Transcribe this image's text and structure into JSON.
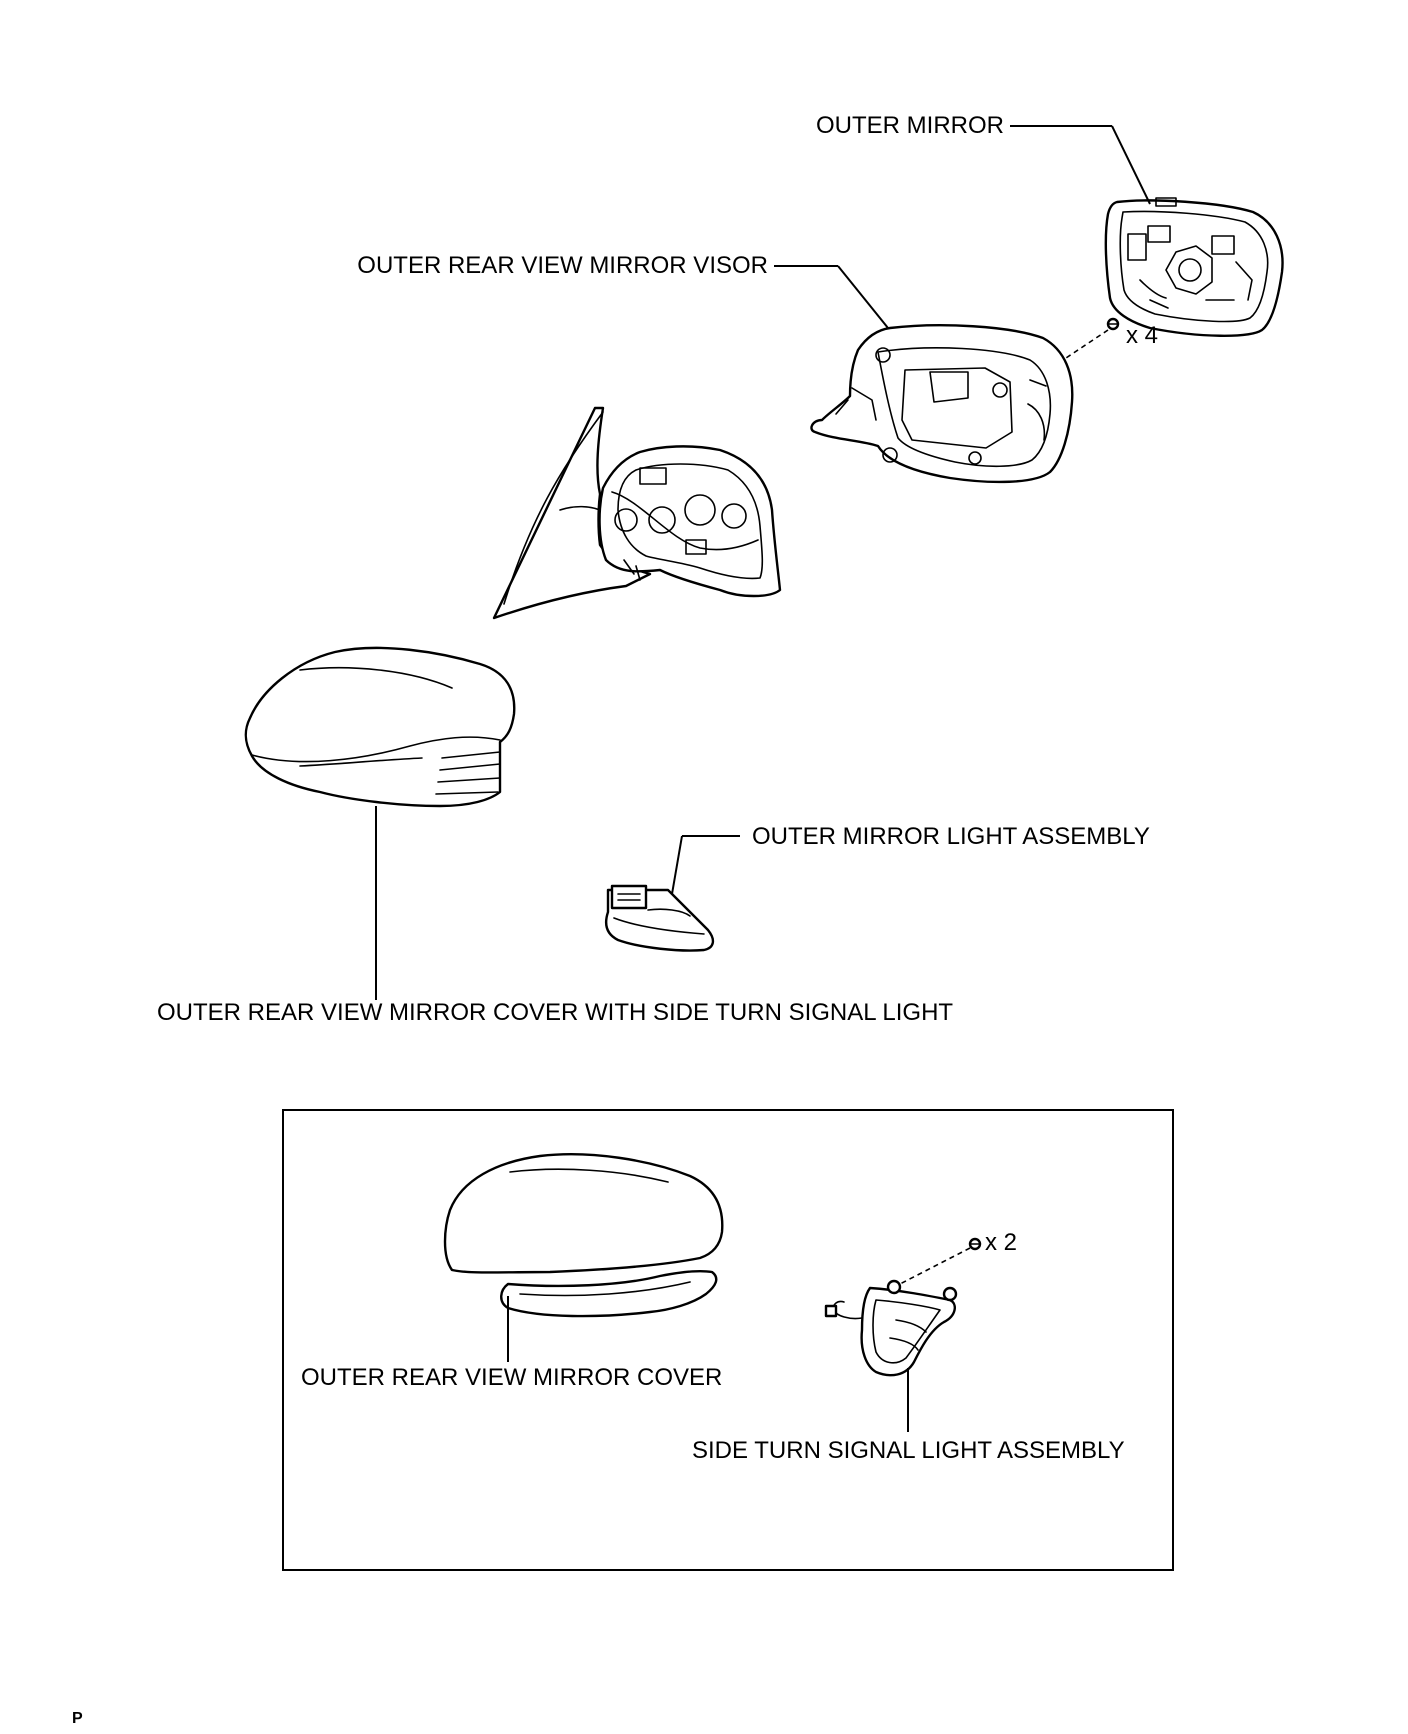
{
  "labels": {
    "outer_mirror": "OUTER MIRROR",
    "mirror_visor": "OUTER REAR VIEW MIRROR VISOR",
    "qty_4": "x 4",
    "mirror_light": "OUTER MIRROR LIGHT ASSEMBLY",
    "cover_with_signal": "OUTER REAR VIEW MIRROR COVER WITH SIDE TURN SIGNAL LIGHT",
    "cover": "OUTER REAR VIEW MIRROR COVER",
    "qty_2": "x 2",
    "side_turn_signal": "SIDE TURN SIGNAL LIGHT ASSEMBLY"
  },
  "footer": {
    "code": "P"
  }
}
